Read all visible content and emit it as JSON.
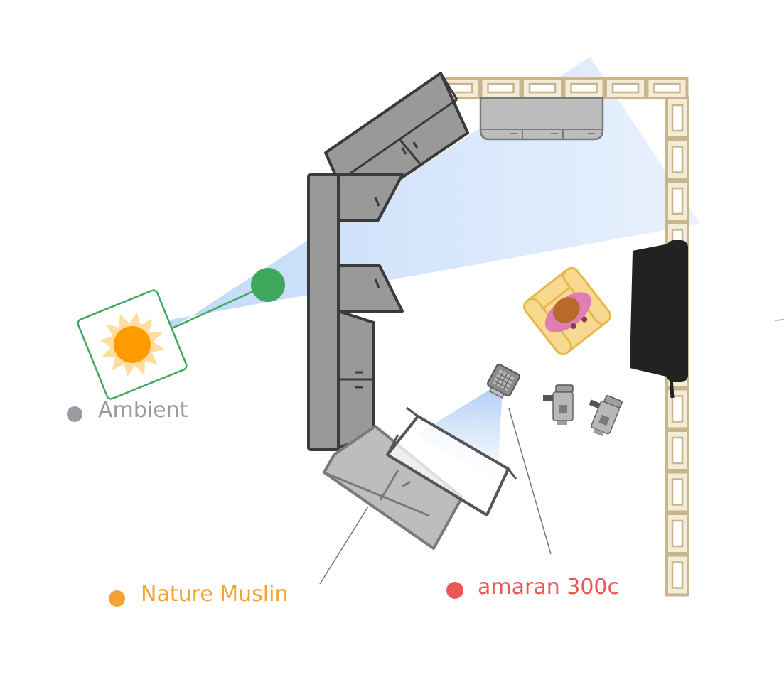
{
  "labels": {
    "ambient": "Ambient",
    "nature_muslin": "Nature Muslin",
    "amaran": "amaran 300c"
  },
  "colors": {
    "ambient": "#9a9aa2",
    "nature_muslin": "#f3a334",
    "amaran": "#ee5757",
    "wall": "#c8b58a",
    "cabinet": "#999999",
    "cabinet_light": "#bdbdbd",
    "beam": "#cfe2fb",
    "sun_frame": "#3ea85c",
    "sun_core": "#ff9a00",
    "sun_rays": "#ffdca0",
    "target_dot": "#3ea85c",
    "tv": "#222222",
    "chair": "#f7d98f",
    "person": "#e07eb4",
    "head": "#b8692c"
  },
  "icons": {
    "sun": "sun-icon",
    "camera": "camera-icon",
    "light_fixture": "light-fixture-icon"
  }
}
